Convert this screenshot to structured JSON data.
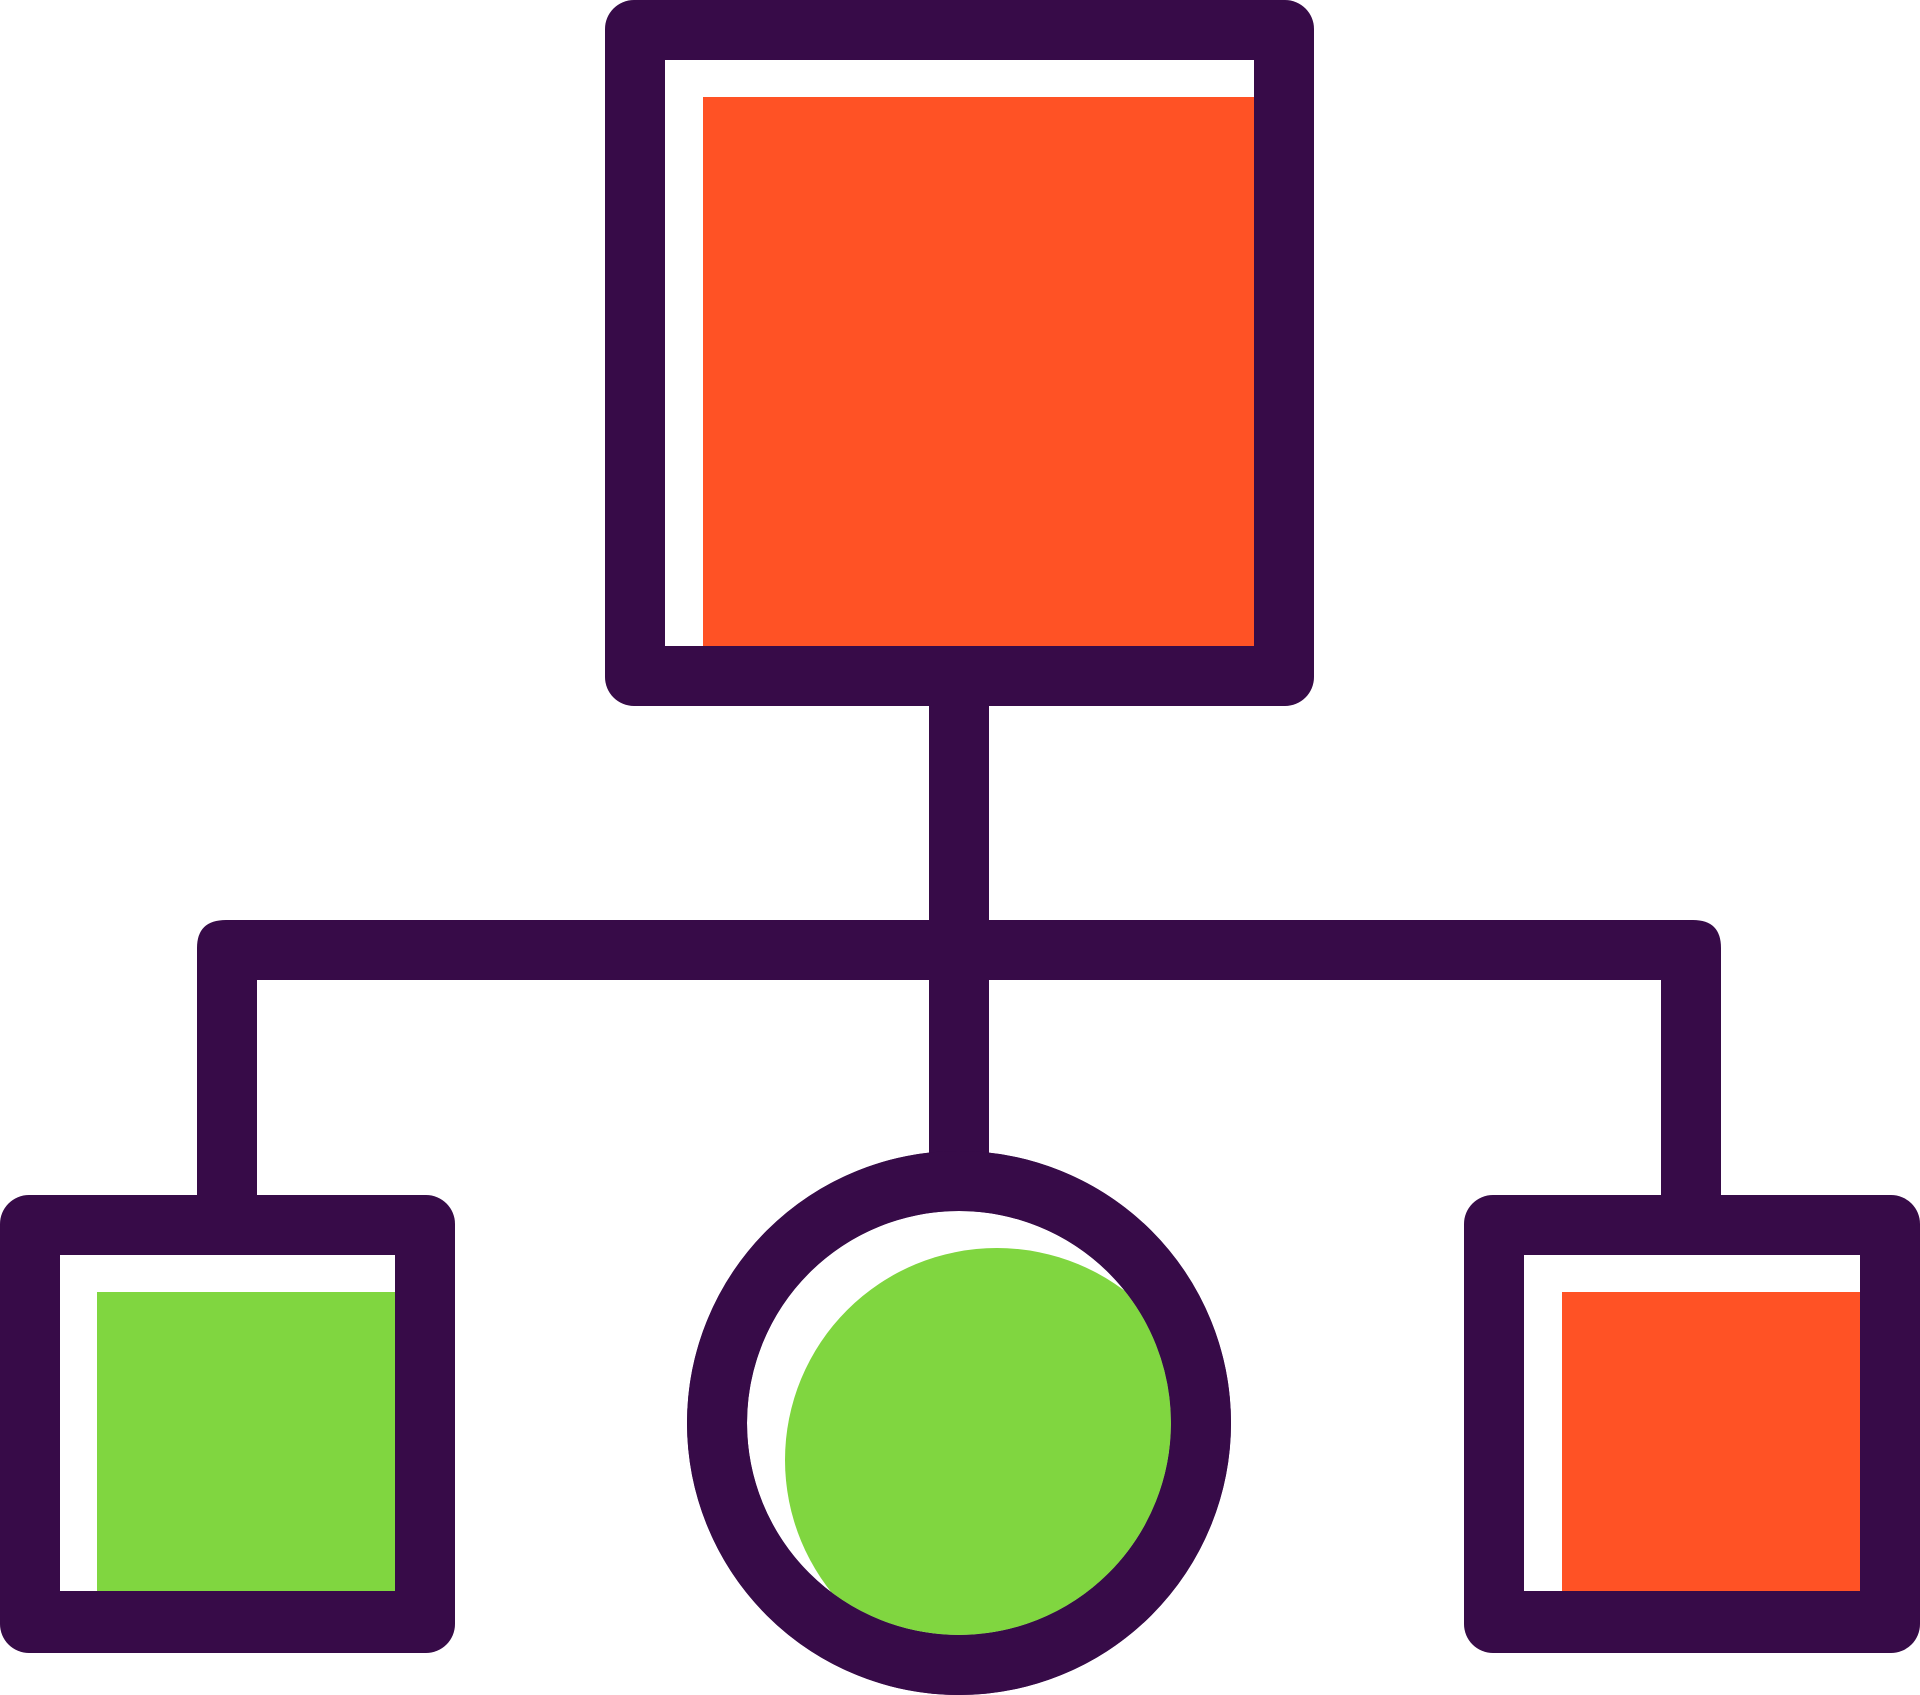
{
  "colors": {
    "outline": "#370b48",
    "orange": "#ff5225",
    "green": "#80d640",
    "background": "#ffffff"
  },
  "diagram": {
    "icon_name": "hierarchy-network-icon",
    "nodes": [
      {
        "name": "top-node",
        "shape": "square",
        "fill": "orange"
      },
      {
        "name": "left-node",
        "shape": "square",
        "fill": "green"
      },
      {
        "name": "center-node",
        "shape": "circle",
        "fill": "green"
      },
      {
        "name": "right-node",
        "shape": "square",
        "fill": "orange"
      }
    ],
    "connections": [
      {
        "from": "top-node",
        "to": "left-node"
      },
      {
        "from": "top-node",
        "to": "center-node"
      },
      {
        "from": "top-node",
        "to": "right-node"
      }
    ]
  }
}
